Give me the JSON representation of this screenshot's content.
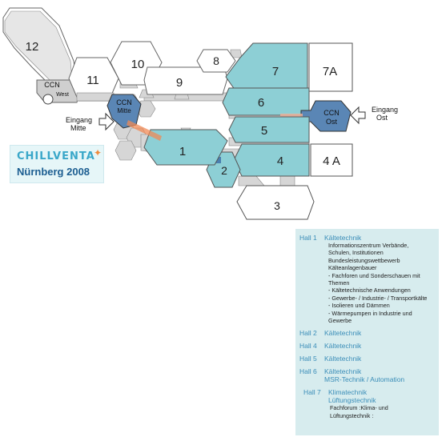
{
  "map": {
    "halls": [
      "12",
      "11",
      "10",
      "9",
      "8",
      "7",
      "7A",
      "6",
      "5",
      "4",
      "4 A",
      "3",
      "2",
      "1"
    ],
    "ccn_west": [
      "CCN",
      "West"
    ],
    "ccn_mitte": [
      "CCN",
      "Mitte"
    ],
    "ccn_ost": [
      "CCN",
      "Ost"
    ],
    "entrance_mitte": [
      "Eingang",
      "Mitte"
    ],
    "entrance_ost": [
      "Eingang",
      "Ost"
    ],
    "colors": {
      "exhibition": "#8dcfd5",
      "ccn": "#5a86b5",
      "plain": "#ffffff",
      "corridor": "#d0d0d0",
      "accent": "#f08a55"
    }
  },
  "logo": {
    "brand": "CHILLVENTA",
    "year": "Nürnberg 2008"
  },
  "legend": [
    {
      "hall": "Hall 1",
      "title": "Kältetechnik",
      "details": [
        "Informationszentrum Verbände,",
        "Schulen, Institutionen",
        "Bundesleistungswettbewerb",
        "Kälteanlagenbauer",
        "- Fachforen und Sonderschauen mit",
        "  Themen",
        "- Kältetechnische Anwendungen",
        "- Gewerbe- / Industrie- / Transportkälte",
        "- Isolieren und Dämmen",
        "- Wärmepumpen  in Industrie und",
        "  Gewerbe"
      ]
    },
    {
      "hall": "Hall 2",
      "title": "Kältetechnik"
    },
    {
      "hall": "Hall 4",
      "title": "Kältetechnik"
    },
    {
      "hall": "Hall 5",
      "title": "Kältetechnik"
    },
    {
      "hall": "Hall 6",
      "title": "Kältetechnik",
      "subtitle": "MSR-Technik / Automation"
    },
    {
      "hall": "Hall 7",
      "title": "Klimatechnik",
      "subtitle": "Lüftungstechnik",
      "details": [
        "Fachforum :Klima- und",
        "Lüftungstechnik :"
      ]
    }
  ]
}
